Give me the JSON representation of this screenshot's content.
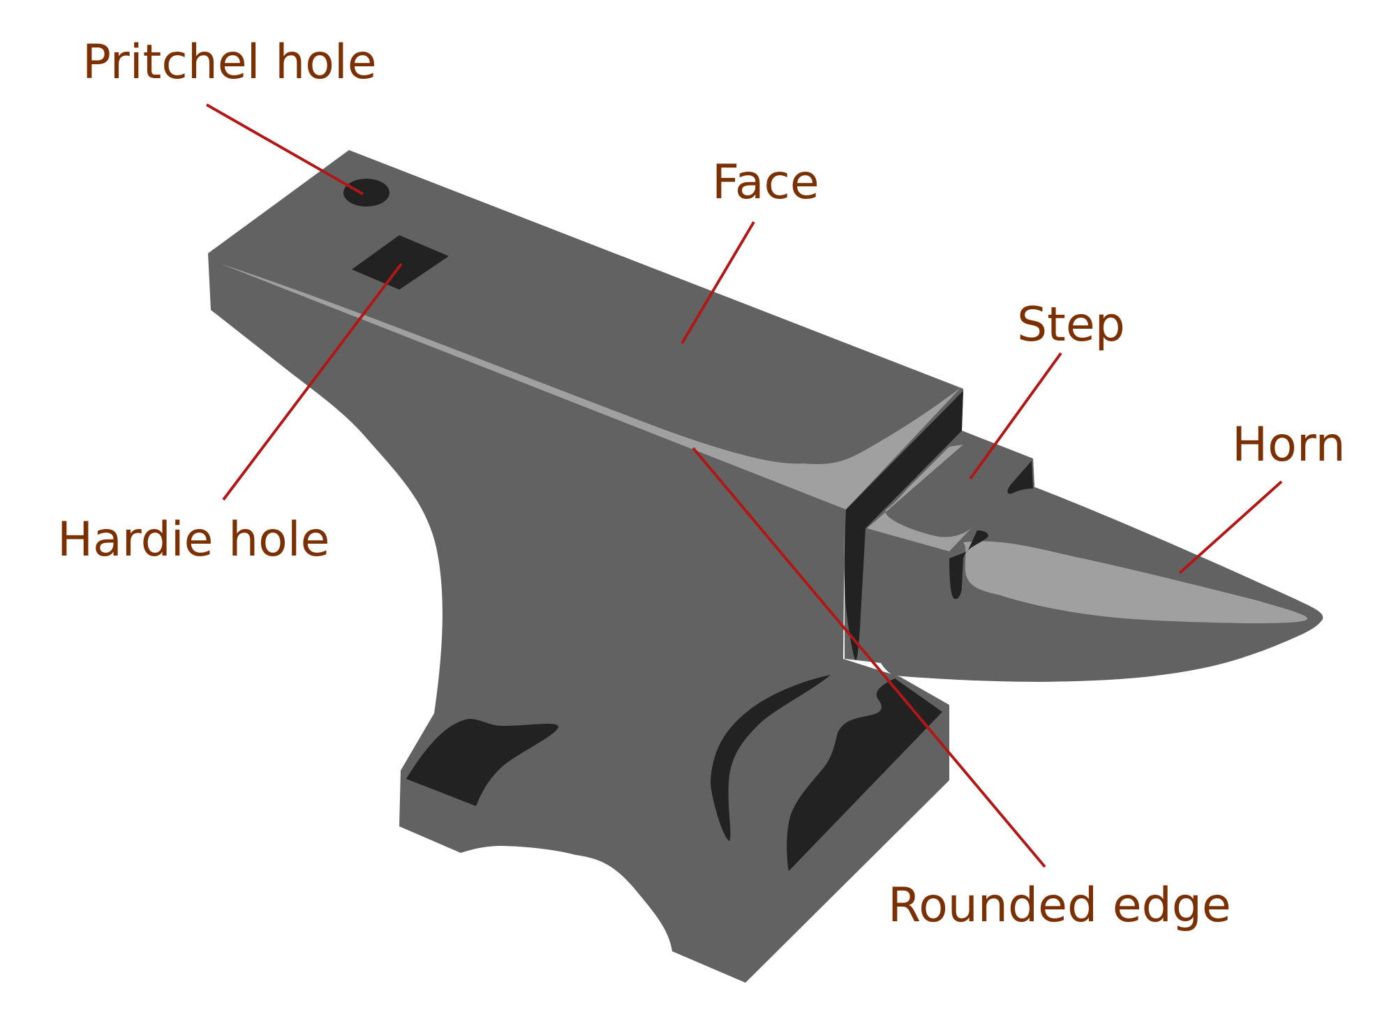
{
  "colors": {
    "background": "#ffffff",
    "anvil_body": "#626262",
    "anvil_highlight": "#a0a0a0",
    "anvil_shadow": "#222222",
    "label_text": "#7a3000",
    "leader_line": "#b01818"
  },
  "labels": {
    "pritchel_hole": "Pritchel hole",
    "hardie_hole": "Hardie hole",
    "face": "Face",
    "step": "Step",
    "horn": "Horn",
    "rounded_edge": "Rounded edge"
  }
}
